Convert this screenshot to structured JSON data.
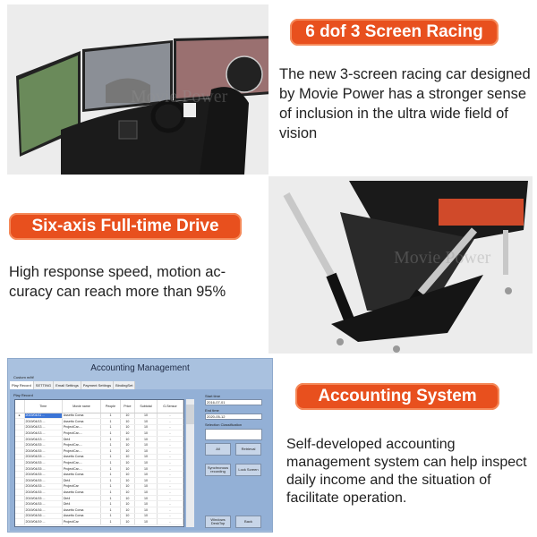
{
  "section1": {
    "badge": "6 dof 3 Screen Racing",
    "text": "The new 3-screen racing car designed by Movie Power has a stronger sense of inclusion in the ultra wide field of vision",
    "watermark": "Movie Power"
  },
  "section2": {
    "badge": "Six-axis Full-time Drive",
    "text": "High response speed, motion ac-curacy can reach more than 95%",
    "watermark": "Movie Power"
  },
  "section3": {
    "badge": "Accounting System",
    "text": "Self-developed accounting management system can help inspect daily income and the situation of facilitate operation."
  },
  "colors": {
    "badge": "#e8501e",
    "app_bg": "#a9c1df"
  },
  "app": {
    "title": "Accounting Management",
    "subtitle": "Custom m/ttf",
    "tabs": [
      "Play Record",
      "SETTING",
      "Email Settings",
      "Payment Settings",
      "BindingSet"
    ],
    "panel_label": "Play Record",
    "columns": [
      "Time",
      "Movie name",
      "People",
      "Price",
      "Subtotal",
      "G-Sensor"
    ],
    "rows": [
      [
        "2019/04/11 ...",
        "Assetto Corsa",
        "1",
        "10",
        "10",
        "-"
      ],
      [
        "2019/04/13 ...",
        "Assetto Corsa",
        "1",
        "10",
        "10",
        "-"
      ],
      [
        "2019/04/13 ...",
        "ProjectCar-...",
        "1",
        "10",
        "10",
        "-"
      ],
      [
        "2019/04/13 ...",
        "ProjectCar-...",
        "1",
        "10",
        "10",
        "-"
      ],
      [
        "2019/04/13 ...",
        "Dirt4",
        "1",
        "10",
        "10",
        "-"
      ],
      [
        "2019/04/15 ...",
        "ProjectCar-...",
        "1",
        "10",
        "10",
        "-"
      ],
      [
        "2019/04/15 ...",
        "ProjectCar-...",
        "1",
        "10",
        "10",
        "-"
      ],
      [
        "2019/04/15 ...",
        "Assetto Corsa",
        "1",
        "10",
        "10",
        "-"
      ],
      [
        "2019/04/15 ...",
        "ProjectCar-...",
        "1",
        "10",
        "10",
        "-"
      ],
      [
        "2019/04/15 ...",
        "ProjectCar-...",
        "1",
        "10",
        "10",
        "-"
      ],
      [
        "2019/04/15 ...",
        "Assetto Corsa",
        "1",
        "10",
        "10",
        "-"
      ],
      [
        "2019/04/15 ...",
        "Dirt4",
        "1",
        "10",
        "10",
        "-"
      ],
      [
        "2019/04/15 ...",
        "ProjectCar",
        "1",
        "10",
        "10",
        "-"
      ],
      [
        "2019/04/15 ...",
        "Assetto Corsa",
        "1",
        "10",
        "10",
        "-"
      ],
      [
        "2019/04/15 ...",
        "Dirt4",
        "1",
        "10",
        "10",
        "-"
      ],
      [
        "2019/04/15 ...",
        "Dirt4",
        "1",
        "10",
        "10",
        "-"
      ],
      [
        "2019/04/16 ...",
        "Assetto Corsa",
        "1",
        "10",
        "10",
        "-"
      ],
      [
        "2019/04/16 ...",
        "Assetto Corsa",
        "1",
        "10",
        "10",
        "-"
      ],
      [
        "2019/04/19 ...",
        "ProjectCar",
        "1",
        "10",
        "10",
        "-"
      ]
    ],
    "start_label": "Start time",
    "start_value": "2016-07-01",
    "end_label": "End time",
    "end_value": "2020-05-12",
    "class_label": "Selection Classification",
    "class_value": "",
    "buttons": {
      "all": "All",
      "retrieval": "Retrieval",
      "sync": "Synchronous recording",
      "lock": "Lock Screen",
      "desktop": "Windows DeskTop",
      "back": "Back"
    }
  }
}
